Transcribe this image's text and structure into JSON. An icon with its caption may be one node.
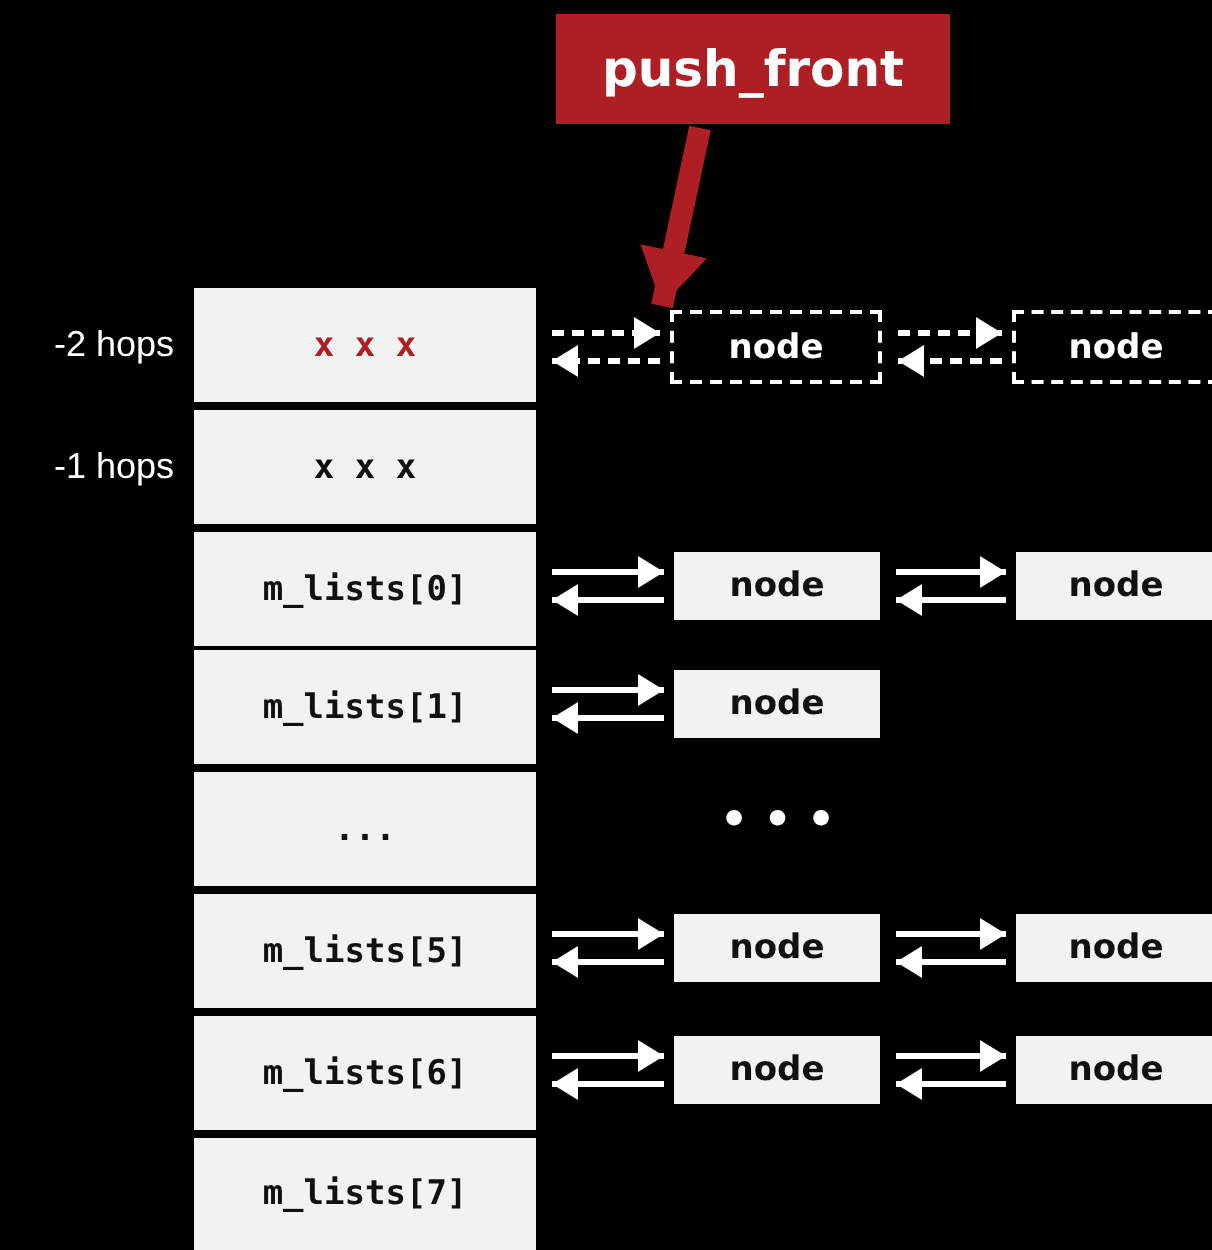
{
  "diagram": {
    "nodes": [
      {
        "text": [
          "push_front"
        ]
      },
      {
        "text": [
          "x x x"
        ],
        "beside": [
          "-2 hops"
        ]
      },
      {
        "text": [
          "node"
        ]
      },
      {
        "text": [
          "node"
        ]
      },
      {
        "text": [
          "x x x"
        ],
        "beside": [
          "-1 hops"
        ]
      },
      {
        "text": [
          "m_lists[0]"
        ]
      },
      {
        "text": [
          "node"
        ]
      },
      {
        "text": [
          "node"
        ]
      },
      {
        "text": [
          "m_lists[1]"
        ]
      },
      {
        "text": [
          "node"
        ]
      },
      {
        "text": [
          "..."
        ]
      },
      {
        "text": [
          "m_lists[5]"
        ]
      },
      {
        "text": [
          "node"
        ]
      },
      {
        "text": [
          "node"
        ]
      },
      {
        "text": [
          "m_lists[6]"
        ]
      },
      {
        "text": [
          "node"
        ]
      },
      {
        "text": [
          "node"
        ]
      },
      {
        "text": [
          "m_lists[7]"
        ]
      }
    ],
    "edges": [
      {
        "from": 0,
        "to": 2,
        "arrow": "to",
        "style": "thick",
        "color": "#ad1f24"
      },
      {
        "from": 1,
        "to": 2,
        "arrow": "to",
        "style": "dashed"
      },
      {
        "from": 2,
        "to": 1,
        "arrow": "to",
        "style": "dashed"
      },
      {
        "from": 2,
        "to": 3,
        "arrow": "to",
        "style": "dashed"
      },
      {
        "from": 3,
        "to": 2,
        "arrow": "to",
        "style": "dashed"
      },
      {
        "from": 5,
        "to": 6,
        "arrow": "to"
      },
      {
        "from": 6,
        "to": 5,
        "arrow": "to"
      },
      {
        "from": 6,
        "to": 7,
        "arrow": "to"
      },
      {
        "from": 7,
        "to": 6,
        "arrow": "to"
      },
      {
        "from": 8,
        "to": 9,
        "arrow": "to"
      },
      {
        "from": 9,
        "to": 8,
        "arrow": "to"
      },
      {
        "from": 11,
        "to": 12,
        "arrow": "to"
      },
      {
        "from": 12,
        "to": 11,
        "arrow": "to"
      },
      {
        "from": 12,
        "to": 13,
        "arrow": "to"
      },
      {
        "from": 13,
        "to": 12,
        "arrow": "to"
      },
      {
        "from": 14,
        "to": 15,
        "arrow": "to"
      },
      {
        "from": 15,
        "to": 14,
        "arrow": "to"
      },
      {
        "from": 15,
        "to": 16,
        "arrow": "to"
      },
      {
        "from": 16,
        "to": 15,
        "arrow": "to"
      }
    ],
    "labels": [
      "• • •"
    ]
  }
}
